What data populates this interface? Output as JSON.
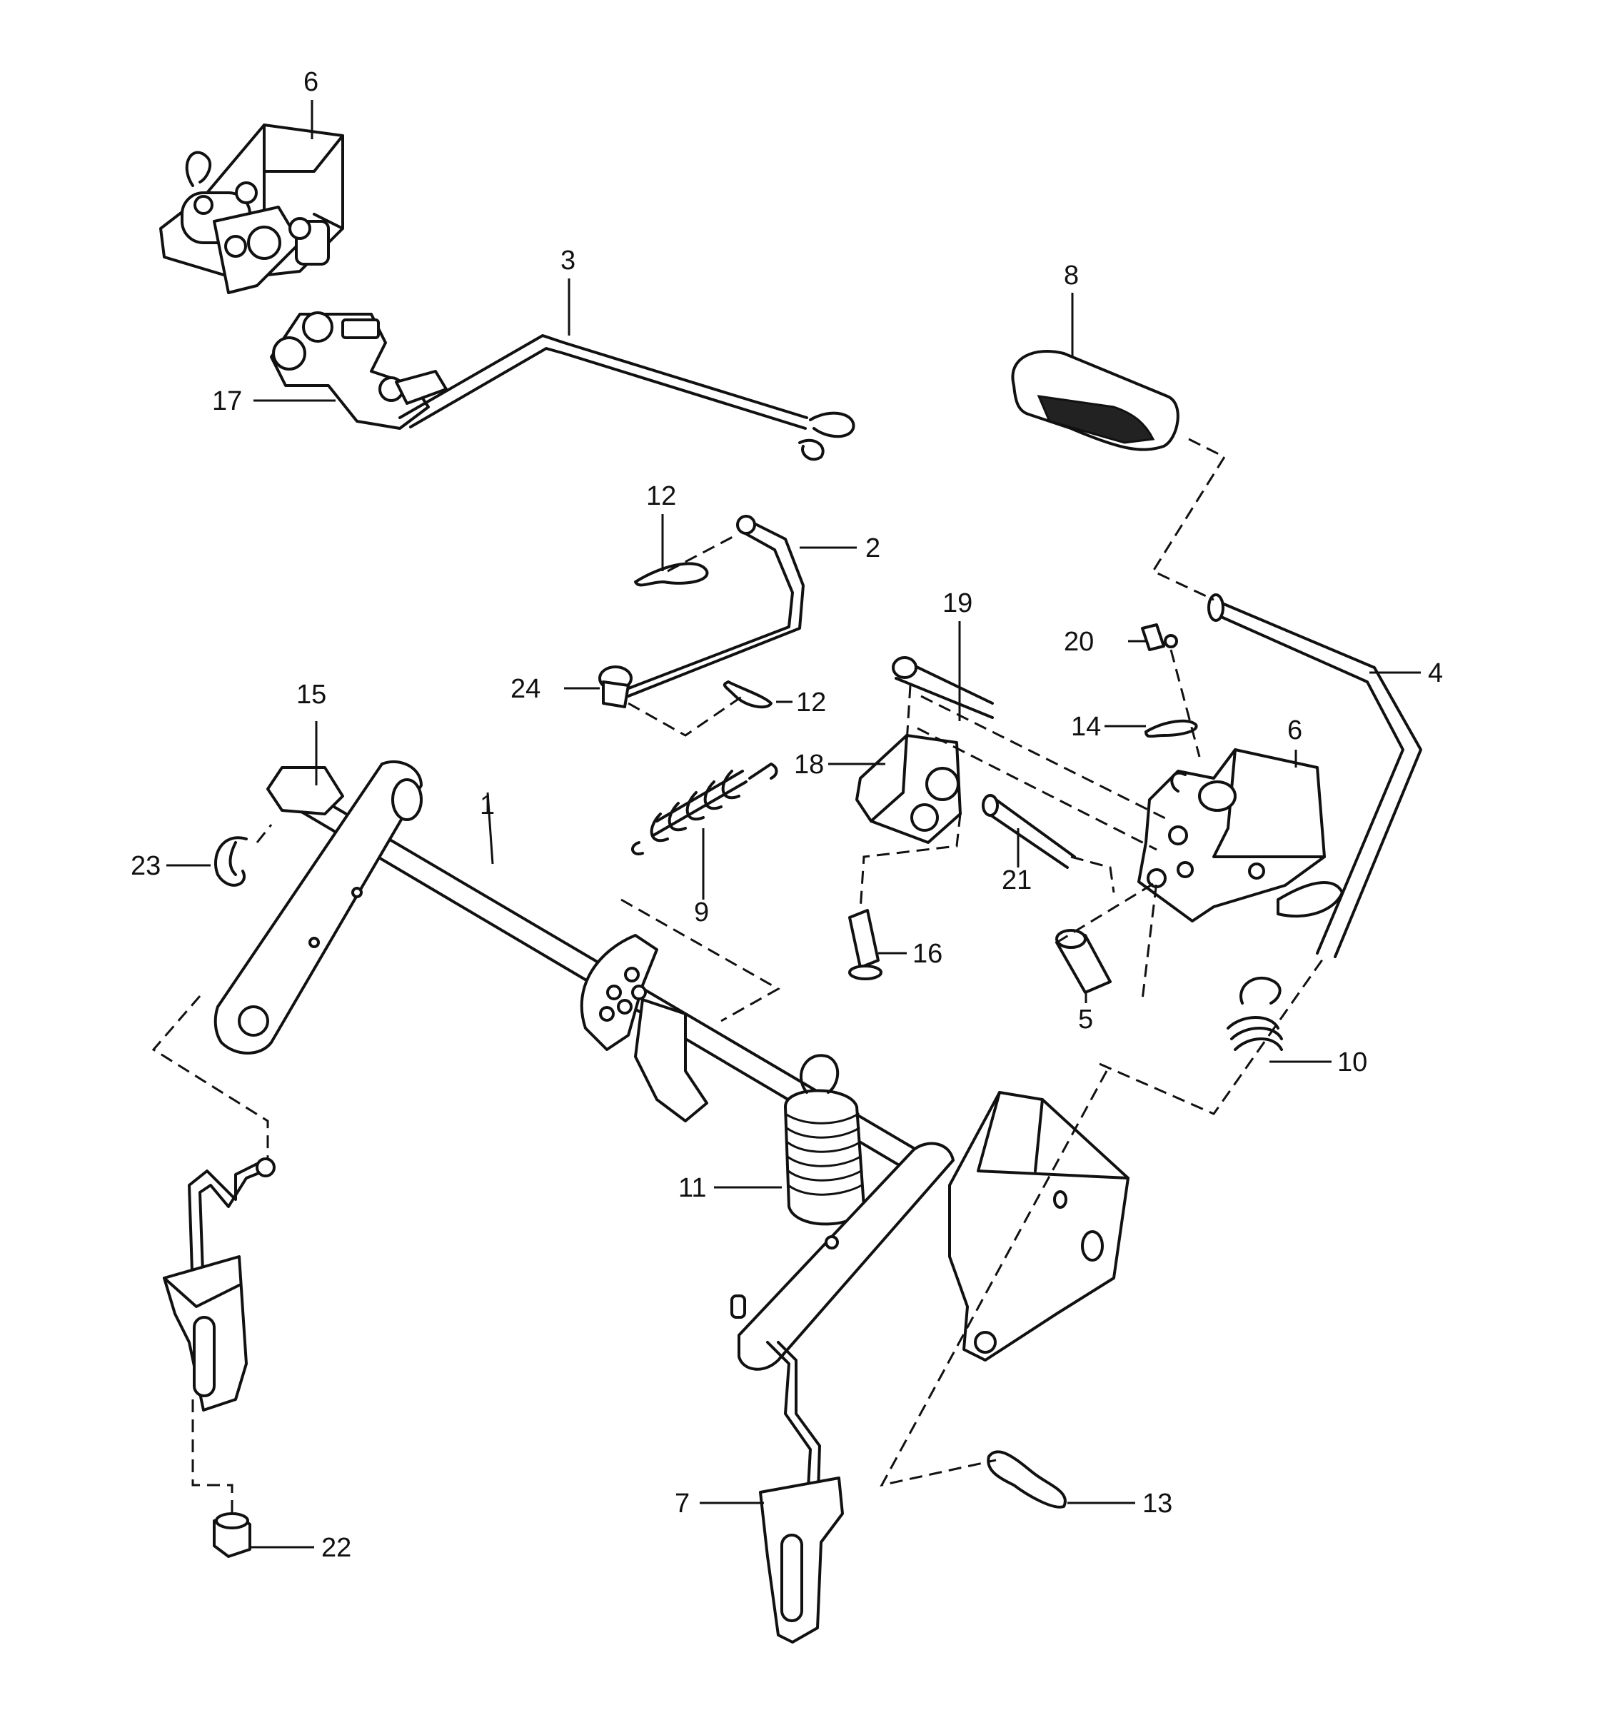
{
  "callouts": {
    "c1": "1",
    "c2": "2",
    "c3": "3",
    "c4": "4",
    "c5": "5",
    "c6a": "6",
    "c6b": "6",
    "c7": "7",
    "c8": "8",
    "c9": "9",
    "c10": "10",
    "c11": "11",
    "c12a": "12",
    "c12b": "12",
    "c13": "13",
    "c14": "14",
    "c15": "15",
    "c16": "16",
    "c17": "17",
    "c18": "18",
    "c19": "19",
    "c20": "20",
    "c21": "21",
    "c22": "22",
    "c23": "23",
    "c24": "24"
  }
}
